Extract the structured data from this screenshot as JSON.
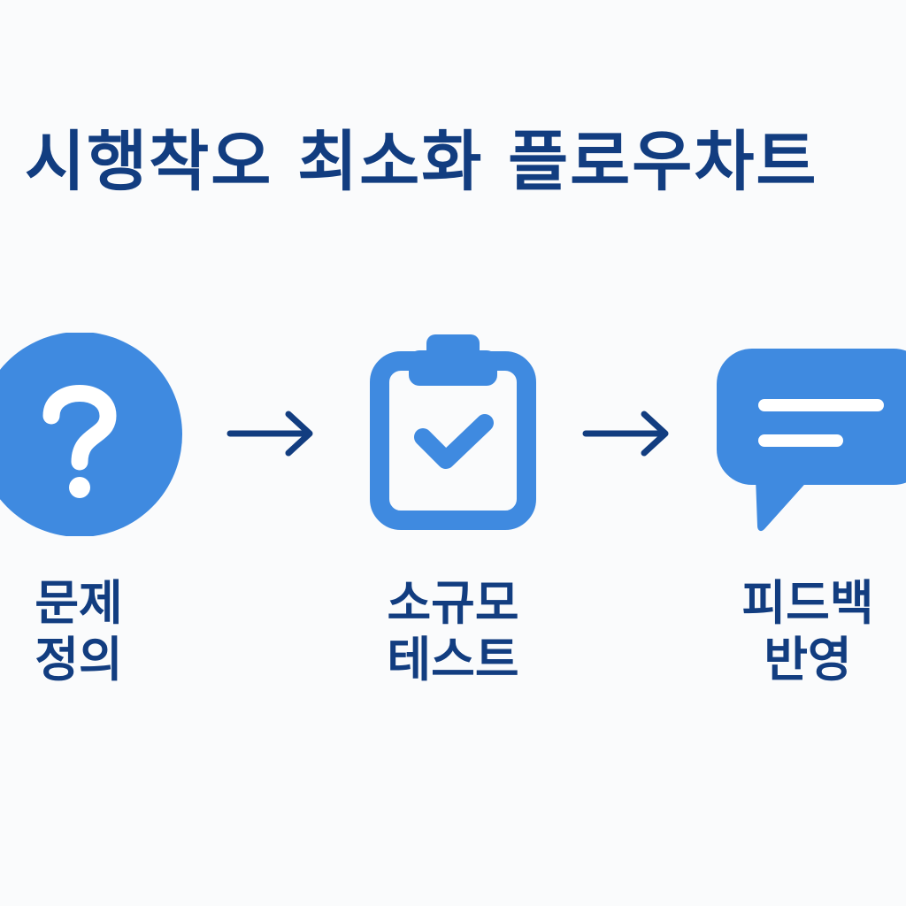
{
  "title": "시행착오 최소화 플로우차트",
  "steps": [
    {
      "icon": "question-circle-icon",
      "label_lines": [
        "문제",
        "정의"
      ]
    },
    {
      "icon": "clipboard-check-icon",
      "label_lines": [
        "소규모",
        "테스트"
      ]
    },
    {
      "icon": "chat-bubble-icon",
      "label_lines": [
        "피드백",
        "반영"
      ]
    }
  ],
  "colors": {
    "icon_blue": "#3f8ae0",
    "text_navy": "#123d80",
    "background": "#fafbfc"
  }
}
